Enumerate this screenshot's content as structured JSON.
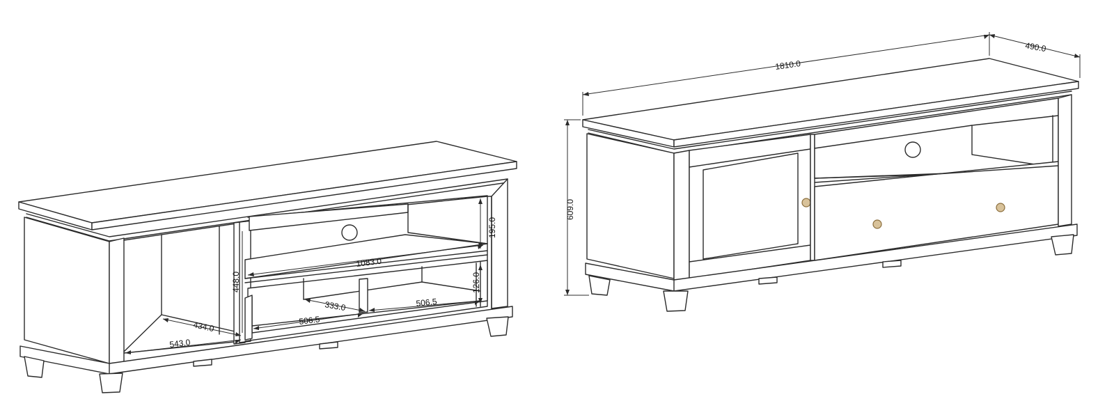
{
  "colors": {
    "line": "#2b2b2b",
    "background": "#ffffff",
    "knob": "#d8c29a"
  },
  "left_view": {
    "dims": {
      "shelf_height_upper": "195.0",
      "inner_width": "1083.0",
      "cabinet_height": "448.0",
      "drawer_height": "126.0",
      "drawer_divider_depth": "333.0",
      "drawer_width_right": "506.5",
      "drawer_width_left": "506.5",
      "side_compartment_depth": "434.0",
      "side_compartment_width": "543.0"
    }
  },
  "right_view": {
    "dims": {
      "total_width": "1810.0",
      "total_depth": "490.0",
      "total_height": "609.0"
    }
  }
}
